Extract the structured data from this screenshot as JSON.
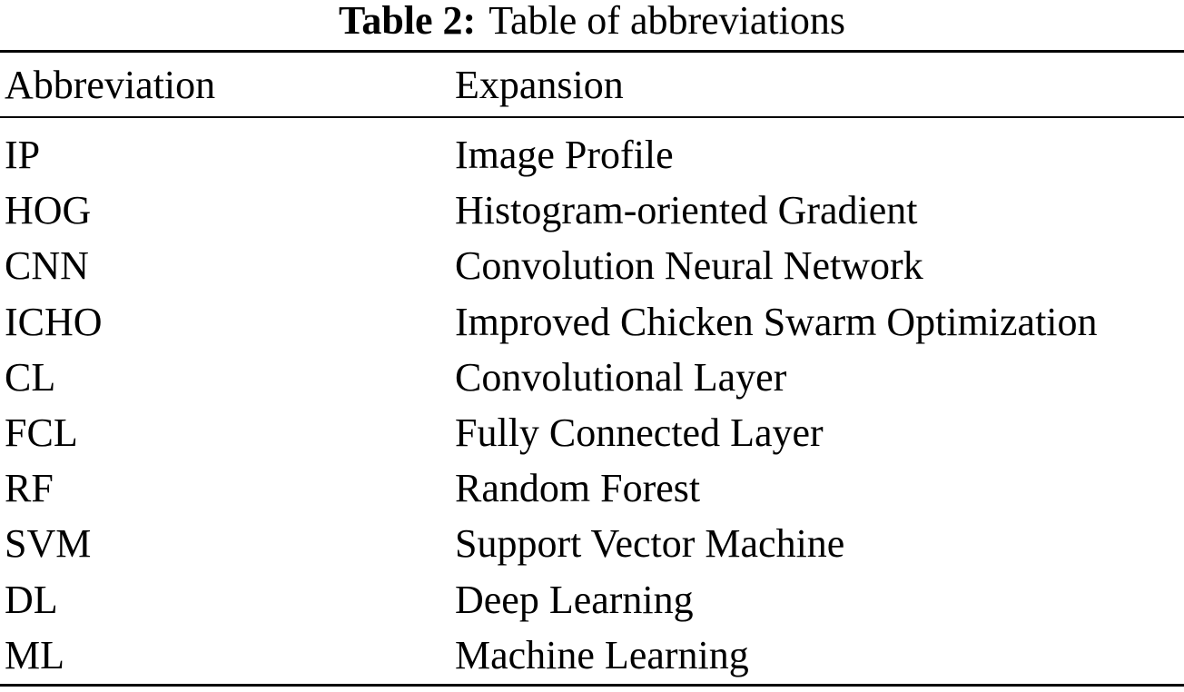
{
  "caption": {
    "label": "Table 2:",
    "text": "Table of abbreviations"
  },
  "table": {
    "headers": [
      "Abbreviation",
      "Expansion"
    ],
    "rows": [
      [
        "IP",
        "Image Profile"
      ],
      [
        "HOG",
        "Histogram-oriented Gradient"
      ],
      [
        "CNN",
        "Convolution Neural Network"
      ],
      [
        "ICHO",
        "Improved Chicken Swarm Optimization"
      ],
      [
        "CL",
        "Convolutional Layer"
      ],
      [
        "FCL",
        "Fully Connected Layer"
      ],
      [
        "RF",
        "Random Forest"
      ],
      [
        "SVM",
        "Support Vector Machine"
      ],
      [
        "DL",
        "Deep Learning"
      ],
      [
        "ML",
        "Machine Learning"
      ]
    ]
  }
}
